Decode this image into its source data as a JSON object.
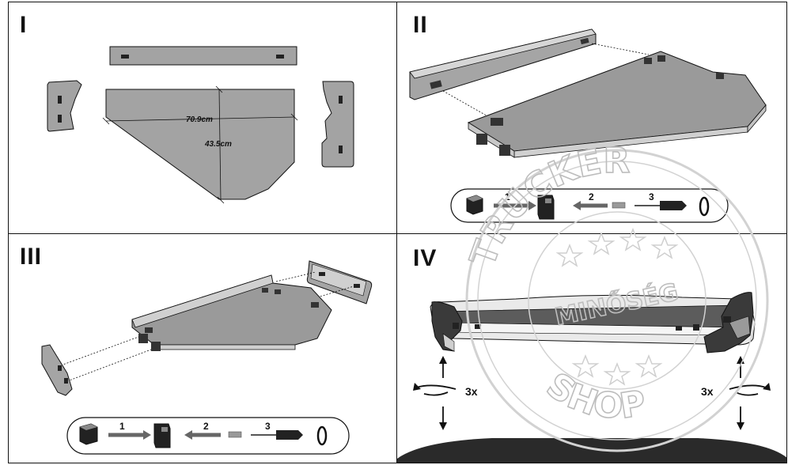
{
  "panels": {
    "p1": {
      "label": "I",
      "width_dim": "70.9cm",
      "depth_dim": "43.5cm"
    },
    "p2": {
      "label": "II",
      "steps": [
        "1",
        "2",
        "3"
      ]
    },
    "p3": {
      "label": "III",
      "steps": [
        "1",
        "2",
        "3"
      ]
    },
    "p4": {
      "label": "IV",
      "rotate_left": "3x",
      "rotate_right": "3x"
    }
  },
  "watermark": {
    "top_text": "TRUCKER",
    "middle_text": "MINŐSÉG",
    "bottom_text": "SHOP"
  },
  "colors": {
    "board": "#9a9a9a",
    "board_dark": "#6f6f6f",
    "bracket": "#3a3a3a",
    "line": "#111111"
  }
}
